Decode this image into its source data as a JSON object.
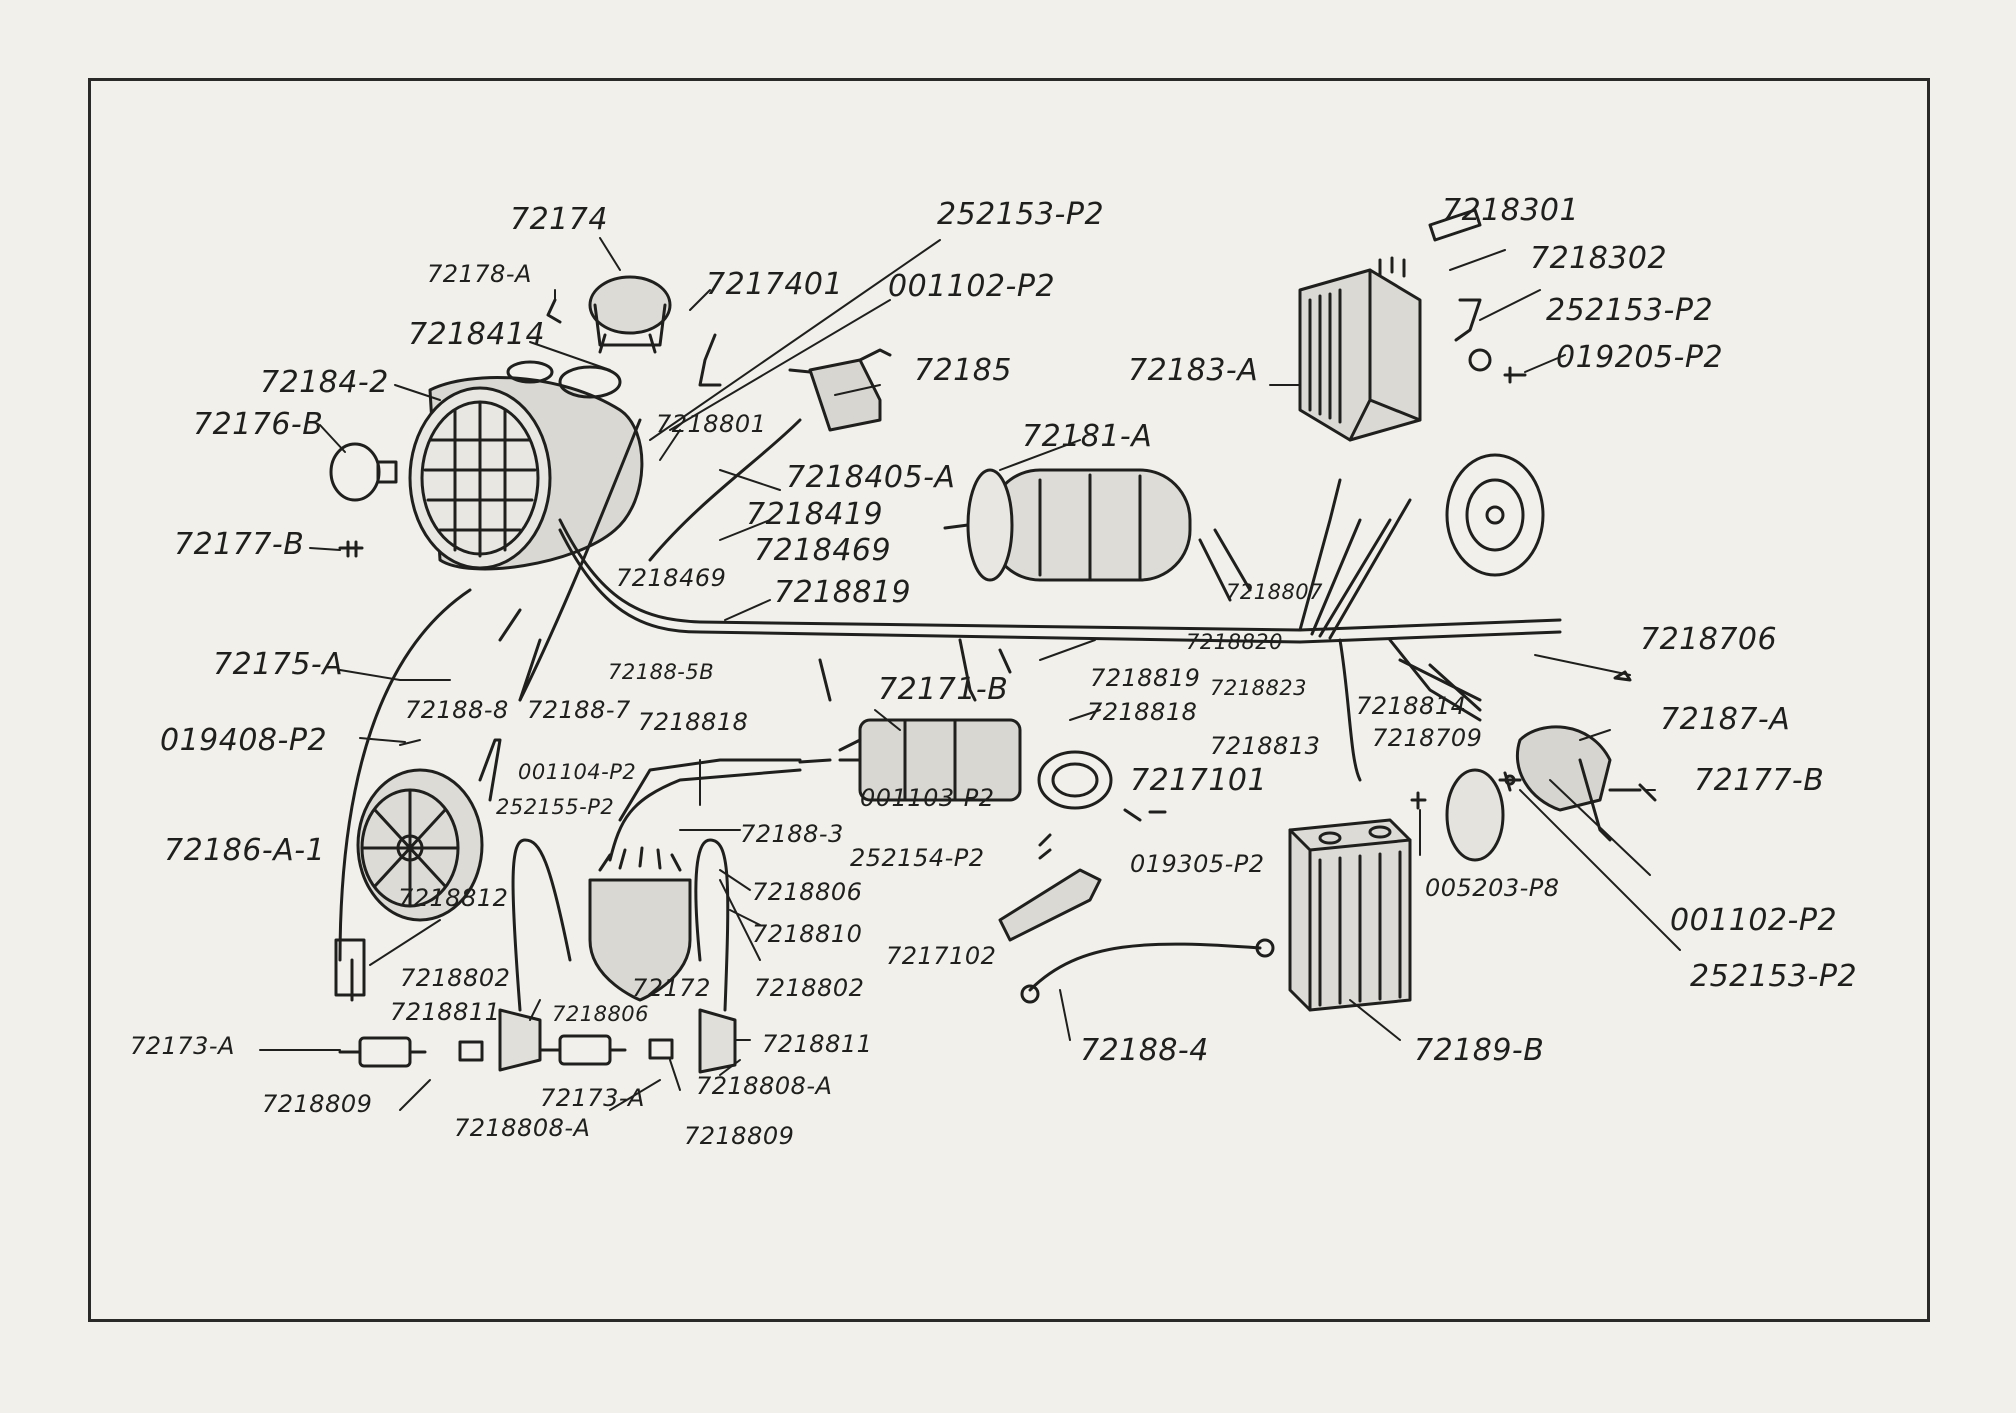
{
  "diagram": {
    "labels": {
      "l01": "72174",
      "l02": "252153-P2",
      "l03": "72178-A",
      "l04": "7217401",
      "l05": "001102-P2",
      "l06": "7218414",
      "l07": "72184-2",
      "l08": "72185",
      "l09": "72176-B",
      "l10": "7218801",
      "l11": "7218405-A",
      "l12": "7218419",
      "l13": "7218469",
      "l14": "7218469",
      "l15": "72177-B",
      "l16": "7218819",
      "l17": "72175-A",
      "l18": "72188-5B",
      "l19": "72188-8",
      "l20": "72188-7",
      "l21": "7218818",
      "l22": "019408-P2",
      "l23": "001104-P2",
      "l24": "252155-P2",
      "l25": "72186-A-1",
      "l26": "7218812",
      "l27": "7218802",
      "l28": "7218811",
      "l29": "7218806",
      "l30": "72173-A",
      "l31": "7218809",
      "l32": "7218808-A",
      "l33": "72173-A",
      "l34": "7218808-A",
      "l35": "7218809",
      "l36": "72188-3",
      "l37": "7218806",
      "l38": "7218810",
      "l39": "72172",
      "l40": "7218802",
      "l41": "7218811",
      "l42": "72171-B",
      "l43": "001103-P2",
      "l44": "252154-P2",
      "l45": "7217101",
      "l46": "019305-P2",
      "l47": "7217102",
      "l48": "72188-4",
      "l49": "72189-B",
      "l50": "72181-A",
      "l51": "7218807",
      "l52": "7218820",
      "l53": "7218819",
      "l54": "7218818",
      "l55": "7218823",
      "l56": "7218814",
      "l57": "7218813",
      "l58": "7218709",
      "l59": "7218301",
      "l60": "7218302",
      "l61": "252153-P2",
      "l62": "019205-P2",
      "l63": "72183-A",
      "l64": "7218706",
      "l65": "72187-A",
      "l66": "72177-B",
      "l67": "005203-P8",
      "l68": "001102-P2",
      "l69": "252153-P2"
    }
  },
  "colors": {
    "ink": "#1f1f1d",
    "paper": "#f1f0eb"
  }
}
